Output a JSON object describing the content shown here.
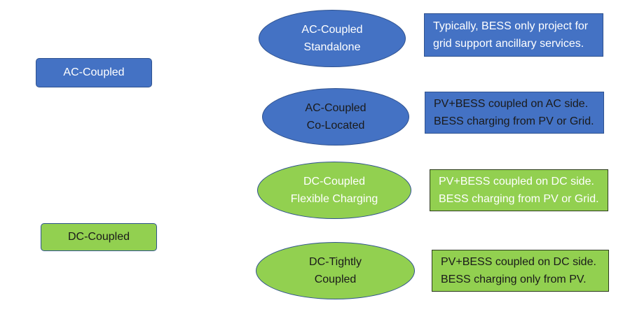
{
  "colors": {
    "ac_fill": "#4472C4",
    "ac_border": "#2F528F",
    "dc_fill": "#92D050",
    "dc_border": "#2F528F"
  },
  "categories": [
    {
      "label": "AC-Coupled"
    },
    {
      "label": "DC-Coupled"
    }
  ],
  "configurations": [
    {
      "type": "ac",
      "name_line1": "AC-Coupled",
      "name_line2": "Standalone",
      "desc_line1": "Typically, BESS only project for",
      "desc_line2": "grid support ancillary services."
    },
    {
      "type": "ac",
      "name_line1": "AC-Coupled",
      "name_line2": "Co-Located",
      "desc_line1": "PV+BESS coupled on AC side.",
      "desc_line2": "BESS charging from PV or Grid."
    },
    {
      "type": "dc",
      "name_line1": "DC-Coupled",
      "name_line2": "Flexible Charging",
      "desc_line1": "PV+BESS coupled on DC side.",
      "desc_line2": "BESS charging from PV or Grid."
    },
    {
      "type": "dc",
      "name_line1": "DC-Tightly",
      "name_line2": "Coupled",
      "desc_line1": "PV+BESS coupled on DC side.",
      "desc_line2": "BESS charging only from PV."
    }
  ]
}
